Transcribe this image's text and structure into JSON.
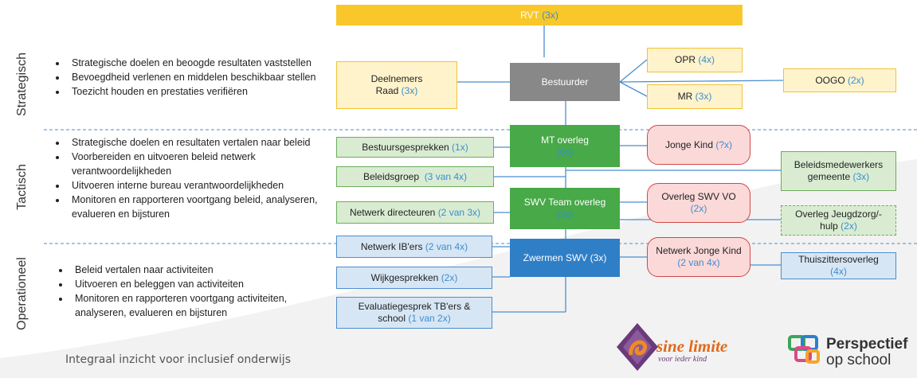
{
  "side_labels": {
    "strategic": "Strategisch",
    "tactical": "Tactisch",
    "operational": "Operationeel"
  },
  "bullets": {
    "strategic": [
      "Strategische doelen en beoogde resultaten vaststellen",
      "Bevoegdheid verlenen en middelen beschikbaar stellen",
      "Toezicht houden en prestaties verifiëren"
    ],
    "tactical": [
      "Strategische doelen en resultaten vertalen naar beleid",
      "Voorbereiden en uitvoeren beleid netwerk verantwoordelijkheden",
      "Uitvoeren interne bureau verantwoordelijkheden",
      "Monitoren en rapporteren voortgang beleid, analyseren, evalueren en bijsturen"
    ],
    "operational": [
      "Beleid vertalen naar activiteiten",
      "Uitvoeren en beleggen van activiteiten",
      "Monitoren en rapporteren voortgang activiteiten, analyseren, evalueren en bijsturen"
    ]
  },
  "nodes": {
    "rvt": {
      "label": "RVT",
      "count": "(3x)"
    },
    "deelnemers": {
      "label": "Deelnemers Raad",
      "count": "(3x)"
    },
    "bestuurder": {
      "label": "Bestuurder"
    },
    "opr": {
      "label": "OPR",
      "count": "(4x)"
    },
    "mr": {
      "label": "MR",
      "count": "(3x)"
    },
    "oogo": {
      "label": "OOGO",
      "count": "(2x)"
    },
    "mt": {
      "label": "MT overleg",
      "count": "(6x)"
    },
    "bestuursgesprekken": {
      "label": "Bestuursgesprekken",
      "count": "(1x)"
    },
    "jonge_kind": {
      "label": "Jonge Kind",
      "count": "(?x)"
    },
    "beleidsgroep": {
      "label": "Beleidsgroep",
      "count": "(3 van 4x)"
    },
    "beleidsmedewerkers": {
      "label": "Beleidsmedewerkers gemeente",
      "count": "(3x)"
    },
    "swv_team": {
      "label": "SWV Team overleg",
      "count": "(3x)"
    },
    "netwerk_directeuren": {
      "label": "Netwerk directeuren",
      "count": "(2 van 3x)"
    },
    "overleg_swv_vo": {
      "label": "Overleg SWV VO",
      "count": "(2x)"
    },
    "overleg_jeugdzorg": {
      "label": "Overleg Jeugdzorg/-hulp",
      "count": "(2x)"
    },
    "netwerk_ib": {
      "label": "Netwerk IB'ers",
      "count": "(2 van 4x)"
    },
    "zwermen": {
      "label": "Zwermen SWV",
      "count": "(3x)"
    },
    "netwerk_jonge_kind": {
      "label": "Netwerk Jonge Kind",
      "count": "(2 van 4x)"
    },
    "thuiszitters": {
      "label": "Thuiszittersoverleg",
      "count": "(4x)"
    },
    "wijkgesprekken": {
      "label": "Wijkgesprekken",
      "count": "(2x)"
    },
    "evaluatiegesprek": {
      "label": "Evaluatiegesprek TB'ers & school",
      "count": "(1 van 2x)"
    }
  },
  "footer": "Integraal inzicht voor inclusief onderwijs",
  "logos": {
    "sine": {
      "name": "sine limite",
      "tagline": "voor ieder kind"
    },
    "perspectief": {
      "line1": "Perspectief",
      "line2": "op school"
    }
  },
  "colors": {
    "yellow": "#f9c72a",
    "green": "#47a947",
    "blue": "#2f7fc7",
    "gray": "#888888",
    "pink_border": "#d14848",
    "count_blue": "#3b8ed0"
  }
}
